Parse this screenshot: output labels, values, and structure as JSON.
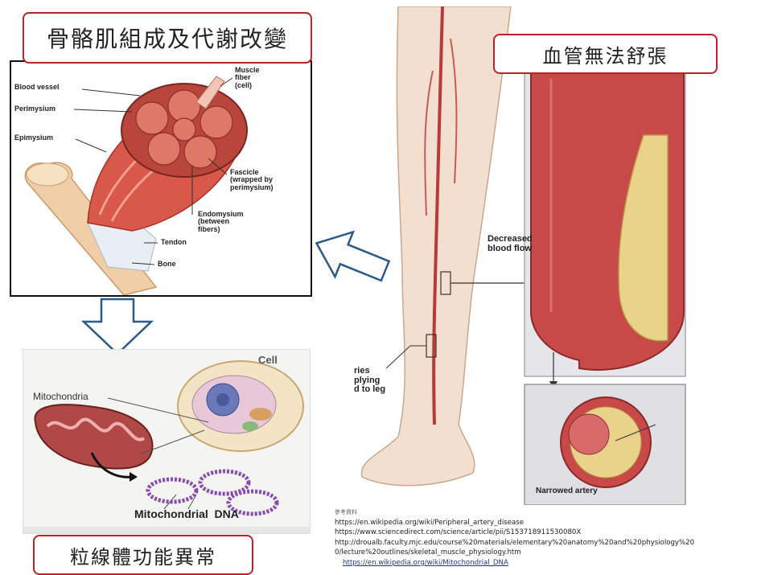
{
  "titles": {
    "muscle": "骨骼肌組成及代謝改變",
    "vessel": "血管無法舒張",
    "mito": "粒線體功能異常"
  },
  "muscle_labels": {
    "blood_vessel": "Blood vessel",
    "perimysium": "Perimysium",
    "epimysium": "Epimysium",
    "muscle_fiber": "Muscle\nfiber\n(cell)",
    "fascicle": "Fascicle\n(wrapped by\nperimysium)",
    "endomysium": "Endomysium\n(between\nfibers)",
    "tendon": "Tendon",
    "bone": "Bone"
  },
  "vessel_labels": {
    "decreased": "Decreased\nblood flow",
    "narrowed": "Narrowed artery",
    "partial_left": "ries\nplying\nd to leg"
  },
  "mito_labels": {
    "cell": "Cell",
    "mitochondria": "Mitochondria",
    "dna": "Mitochondrial  DNA"
  },
  "references": {
    "heading": "參考資料",
    "lines": [
      "https://en.wikipedia.org/wiki/Peripheral_artery_disease",
      "https://www.sciencedirect.com/science/article/pii/S153718911530080X",
      "http://droualb.faculty.mjc.edu/course%20materials/elementary%20anatomy%20and%20physiology%20",
      "0/lecture%20outlines/skeletal_muscle_physiology.htm"
    ],
    "link": "https://en.wikipedia.org/wiki/Mitochondrial_DNA"
  },
  "colors": {
    "title_border": "#c0202a",
    "arrow_stroke": "#2a5a8a",
    "artery": "#b83a3a",
    "plaque": "#e9d38a",
    "skin": "#f3dfcf"
  }
}
